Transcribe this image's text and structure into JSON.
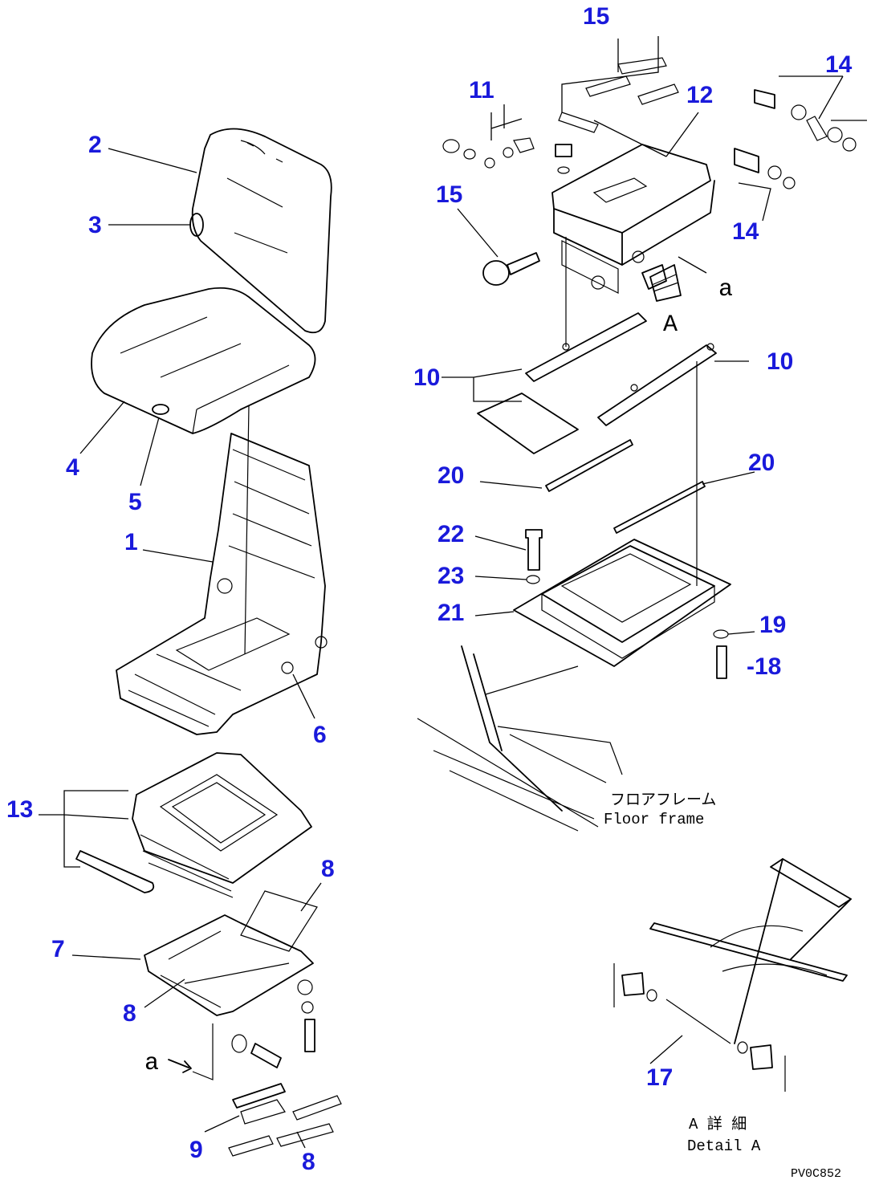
{
  "callouts": {
    "c1": "1",
    "c2": "2",
    "c3": "3",
    "c4": "4",
    "c5": "5",
    "c6": "6",
    "c7": "7",
    "c8a": "8",
    "c8b": "8",
    "c8c": "8",
    "c9": "9",
    "c10a": "10",
    "c10b": "10",
    "c11": "11",
    "c12": "12",
    "c13": "13",
    "c14a": "14",
    "c14b": "14",
    "c15a": "15",
    "c15b": "15",
    "c17": "17",
    "c18": "-18",
    "c19": "19",
    "c20a": "20",
    "c20b": "20",
    "c21": "21",
    "c22": "22",
    "c23": "23"
  },
  "annotations": {
    "view_a_arrow_label": "A",
    "mark_a_upper": "a",
    "mark_a_lower": "a",
    "floor_frame_jp": "フロアフレーム",
    "floor_frame_en": "Floor frame",
    "detail_a_jp": "A 詳 細",
    "detail_a_en": "Detail A",
    "drawing_code": "PV0C852"
  },
  "colors": {
    "callout": "#1a1adb",
    "line": "#000000",
    "background": "#ffffff"
  }
}
